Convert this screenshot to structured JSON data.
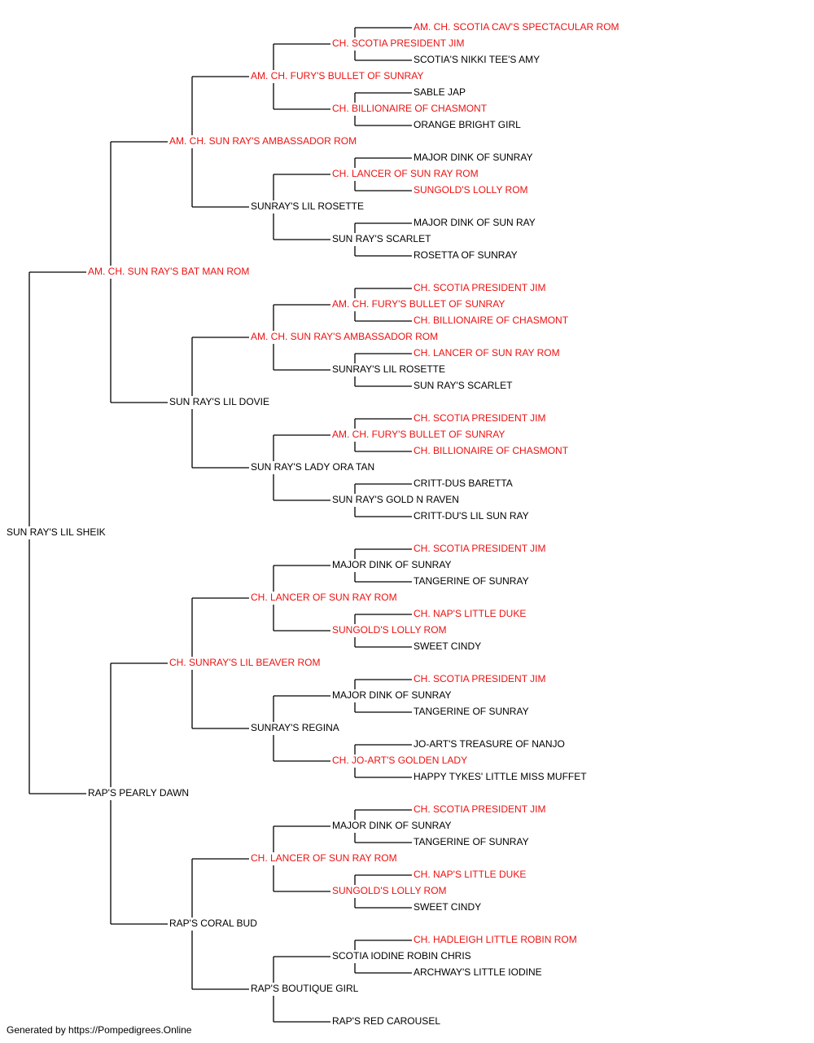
{
  "colors": {
    "champion": "#ee1111",
    "regular": "#000000",
    "line": "#000000"
  },
  "pedigree": {
    "name": "SUN RAY'S LIL SHEIK",
    "ch": false,
    "sire": {
      "name": "AM. CH. SUN RAY'S BAT MAN ROM",
      "ch": true,
      "sire": {
        "name": "AM. CH. SUN RAY'S AMBASSADOR ROM",
        "ch": true,
        "sire": {
          "name": "AM. CH. FURY'S BULLET OF SUNRAY",
          "ch": true,
          "sire": {
            "name": "CH. SCOTIA PRESIDENT JIM",
            "ch": true,
            "sire": {
              "name": "AM. CH. SCOTIA CAV'S SPECTACULAR ROM",
              "ch": true
            },
            "dam": {
              "name": "SCOTIA'S NIKKI TEE'S AMY",
              "ch": false
            }
          },
          "dam": {
            "name": "CH. BILLIONAIRE OF CHASMONT",
            "ch": true,
            "sire": {
              "name": "SABLE JAP",
              "ch": false
            },
            "dam": {
              "name": "ORANGE BRIGHT GIRL",
              "ch": false
            }
          }
        },
        "dam": {
          "name": "SUNRAY'S LIL ROSETTE",
          "ch": false,
          "sire": {
            "name": "CH. LANCER OF SUN RAY ROM",
            "ch": true,
            "sire": {
              "name": "MAJOR DINK OF SUNRAY",
              "ch": false
            },
            "dam": {
              "name": "SUNGOLD'S LOLLY ROM",
              "ch": true
            }
          },
          "dam": {
            "name": "SUN RAY'S SCARLET",
            "ch": false,
            "sire": {
              "name": "MAJOR DINK OF SUN RAY",
              "ch": false
            },
            "dam": {
              "name": "ROSETTA OF SUNRAY",
              "ch": false
            }
          }
        }
      },
      "dam": {
        "name": "SUN RAY'S LIL DOVIE",
        "ch": false,
        "sire": {
          "name": "AM. CH. SUN RAY'S AMBASSADOR ROM",
          "ch": true,
          "sire": {
            "name": "AM. CH. FURY'S BULLET OF SUNRAY",
            "ch": true,
            "sire": {
              "name": "CH. SCOTIA PRESIDENT JIM",
              "ch": true
            },
            "dam": {
              "name": "CH. BILLIONAIRE OF CHASMONT",
              "ch": true
            }
          },
          "dam": {
            "name": "SUNRAY'S LIL ROSETTE",
            "ch": false,
            "sire": {
              "name": "CH. LANCER OF SUN RAY ROM",
              "ch": true
            },
            "dam": {
              "name": "SUN RAY'S SCARLET",
              "ch": false
            }
          }
        },
        "dam": {
          "name": "SUN RAY'S LADY ORA TAN",
          "ch": false,
          "sire": {
            "name": "AM. CH. FURY'S BULLET OF SUNRAY",
            "ch": true,
            "sire": {
              "name": "CH. SCOTIA PRESIDENT JIM",
              "ch": true
            },
            "dam": {
              "name": "CH. BILLIONAIRE OF CHASMONT",
              "ch": true
            }
          },
          "dam": {
            "name": "SUN RAY'S GOLD N RAVEN",
            "ch": false,
            "sire": {
              "name": "CRITT-DUS BARETTA",
              "ch": false
            },
            "dam": {
              "name": "CRITT-DU'S LIL SUN RAY",
              "ch": false
            }
          }
        }
      }
    },
    "dam": {
      "name": "RAP'S PEARLY DAWN",
      "ch": false,
      "sire": {
        "name": "CH. SUNRAY'S LIL BEAVER ROM",
        "ch": true,
        "sire": {
          "name": "CH. LANCER OF SUN RAY ROM",
          "ch": true,
          "sire": {
            "name": "MAJOR DINK OF SUNRAY",
            "ch": false,
            "sire": {
              "name": "CH. SCOTIA PRESIDENT JIM",
              "ch": true
            },
            "dam": {
              "name": "TANGERINE OF SUNRAY",
              "ch": false
            }
          },
          "dam": {
            "name": "SUNGOLD'S LOLLY ROM",
            "ch": true,
            "sire": {
              "name": "CH. NAP'S LITTLE DUKE",
              "ch": true
            },
            "dam": {
              "name": "SWEET CINDY",
              "ch": false
            }
          }
        },
        "dam": {
          "name": "SUNRAY'S REGINA",
          "ch": false,
          "sire": {
            "name": "MAJOR DINK OF SUNRAY",
            "ch": false,
            "sire": {
              "name": "CH. SCOTIA PRESIDENT JIM",
              "ch": true
            },
            "dam": {
              "name": "TANGERINE OF SUNRAY",
              "ch": false
            }
          },
          "dam": {
            "name": "CH. JO-ART'S GOLDEN LADY",
            "ch": true,
            "sire": {
              "name": "JO-ART'S TREASURE OF NANJO",
              "ch": false
            },
            "dam": {
              "name": "HAPPY TYKES' LITTLE MISS MUFFET",
              "ch": false
            }
          }
        }
      },
      "dam": {
        "name": "RAP'S CORAL BUD",
        "ch": false,
        "sire": {
          "name": "CH. LANCER OF SUN RAY ROM",
          "ch": true,
          "sire": {
            "name": "MAJOR DINK OF SUNRAY",
            "ch": false,
            "sire": {
              "name": "CH. SCOTIA PRESIDENT JIM",
              "ch": true
            },
            "dam": {
              "name": "TANGERINE OF SUNRAY",
              "ch": false
            }
          },
          "dam": {
            "name": "SUNGOLD'S LOLLY ROM",
            "ch": true,
            "sire": {
              "name": "CH. NAP'S LITTLE DUKE",
              "ch": true
            },
            "dam": {
              "name": "SWEET CINDY",
              "ch": false
            }
          }
        },
        "dam": {
          "name": "RAP'S BOUTIQUE GIRL",
          "ch": false,
          "sire": {
            "name": "SCOTIA IODINE ROBIN CHRIS",
            "ch": false,
            "sire": {
              "name": "CH. HADLEIGH LITTLE ROBIN ROM",
              "ch": true
            },
            "dam": {
              "name": "ARCHWAY'S LITTLE IODINE",
              "ch": false
            }
          },
          "dam": {
            "name": "RAP'S RED CAROUSEL",
            "ch": false
          }
        }
      }
    }
  },
  "footer": "Generated by https://Pompedigrees.Online"
}
